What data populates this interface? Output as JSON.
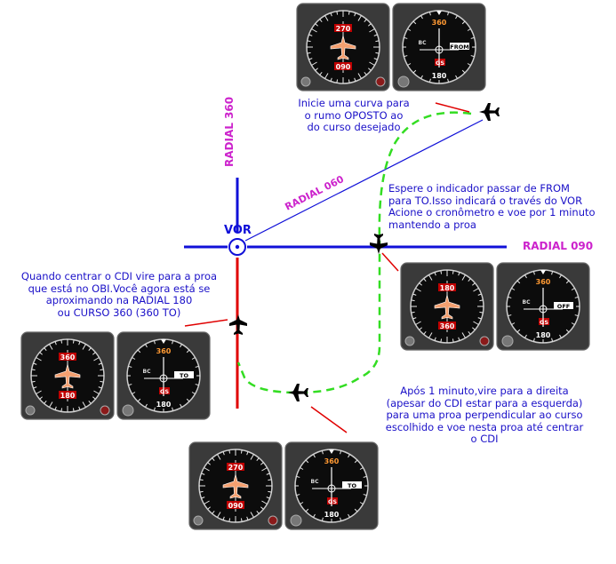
{
  "colors": {
    "radial_line": "#1010d8",
    "inbound_course": "#e00000",
    "flight_path": "#33dd22",
    "radial_label": "#cc22cc",
    "note_text": "#1a10c8",
    "instrument_face": "#111111",
    "glareshield_green": "#2f8a28"
  },
  "labels": {
    "vor": "VOR",
    "radial_360": "RADIAL 360",
    "radial_060": "RADIAL 060",
    "radial_090": "RADIAL 090"
  },
  "notes": {
    "n1": "Inicie uma curva para\no rumo OPOSTO ao\ndo curso desejado",
    "n2": "Espere o indicador passar de FROM\npara TO.Isso indicará o través do VOR\nAcione o cronômetro e voe por 1 minuto\nmantendo a proa",
    "n3": "Quando centrar o CDI vire para a proa\nque está no OBI.Você agora está se\naproximando na RADIAL 180\nou CURSO 360 (360 TO)",
    "n4": "Após 1 minuto,vire para a direita\n(apesar do CDI estar para a esquerda)\npara uma proa perpendicular ao curso\nescolhido e voe nesta proa até centrar\no CDI"
  },
  "instruments": [
    {
      "id": "top",
      "hsi_top": "270",
      "hsi_bottom": "090",
      "obs_top": "360",
      "obs_bottom": "180",
      "flag": "FROM",
      "gs": "GS",
      "bc": "BC"
    },
    {
      "id": "right",
      "hsi_top": "180",
      "hsi_bottom": "360",
      "obs_top": "360",
      "obs_bottom": "180",
      "flag": "OFF",
      "gs": "GS",
      "bc": "BC"
    },
    {
      "id": "left",
      "hsi_top": "360",
      "hsi_bottom": "180",
      "obs_top": "360",
      "obs_bottom": "180",
      "flag": "TO",
      "gs": "GS",
      "bc": "BC"
    },
    {
      "id": "bottom",
      "hsi_top": "270",
      "hsi_bottom": "090",
      "obs_top": "360",
      "obs_bottom": "180",
      "flag": "TO",
      "gs": "GS",
      "bc": "BC"
    }
  ]
}
